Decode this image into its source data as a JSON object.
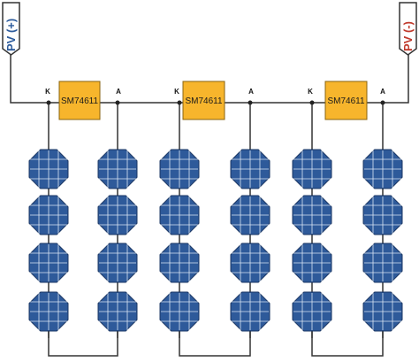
{
  "terminals": {
    "positive": {
      "label": "PV (+)",
      "color": "#2b5a9b"
    },
    "negative": {
      "label": "PV (-)",
      "color": "#c0392b"
    }
  },
  "chips": [
    {
      "label": "SM74611",
      "left_pin": "K",
      "right_pin": "A"
    },
    {
      "label": "SM74611",
      "left_pin": "K",
      "right_pin": "A"
    },
    {
      "label": "SM74611",
      "left_pin": "K",
      "right_pin": "A"
    }
  ],
  "cell_columns": 6,
  "cells_per_column": 4,
  "colors": {
    "chip_fill": "#f7b52c",
    "cell_fill": "#2e5a9a",
    "wire": "#333333"
  }
}
